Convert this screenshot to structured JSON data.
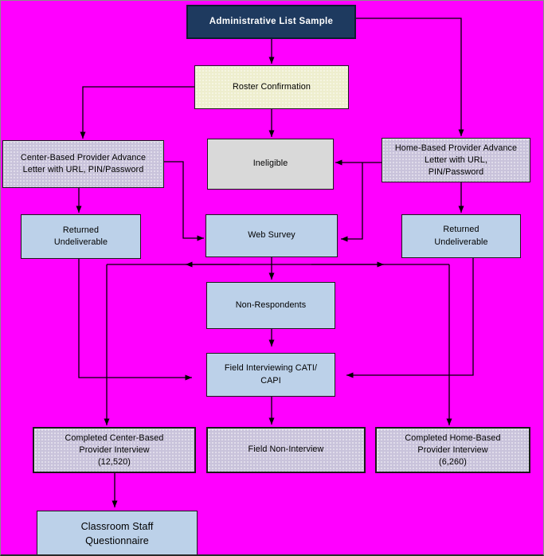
{
  "diagram_title": "Administrative List Sample flowchart",
  "colors": {
    "background": "#FF00FF",
    "navy": "#1E3A5F",
    "cream": "#EEEECE",
    "lavender": "#C9C3DB",
    "blue": "#BCD1E9",
    "gray": "#D9D9D9",
    "connector": "#000000"
  },
  "nodes": {
    "admin_list": {
      "label": "Administrative List Sample"
    },
    "roster": {
      "label": "Roster Confirmation"
    },
    "center_advance": {
      "lines": [
        "Center-Based Provider Advance",
        "Letter with URL, PIN/Password"
      ]
    },
    "ineligible": {
      "label": "Ineligible"
    },
    "home_advance": {
      "lines": [
        "Home-Based Provider Advance",
        "Letter with URL,",
        "PIN/Password"
      ]
    },
    "returned_left": {
      "lines": [
        "Returned",
        "Undeliverable"
      ]
    },
    "web_survey": {
      "label": "Web Survey"
    },
    "returned_right": {
      "lines": [
        "Returned",
        "Undeliverable"
      ]
    },
    "non_respondents": {
      "label": "Non-Respondents"
    },
    "field_interviewing": {
      "lines": [
        "Field Interviewing CATI/",
        "CAPI"
      ]
    },
    "completed_center": {
      "lines": [
        "Completed Center-Based",
        "Provider Interview",
        "(12,520)"
      ]
    },
    "field_non_interview": {
      "label": "Field Non-Interview"
    },
    "completed_home": {
      "lines": [
        "Completed Home-Based",
        "Provider Interview",
        "(6,260)"
      ]
    },
    "classroom": {
      "lines": [
        "Classroom Staff",
        "Questionnaire"
      ]
    }
  }
}
